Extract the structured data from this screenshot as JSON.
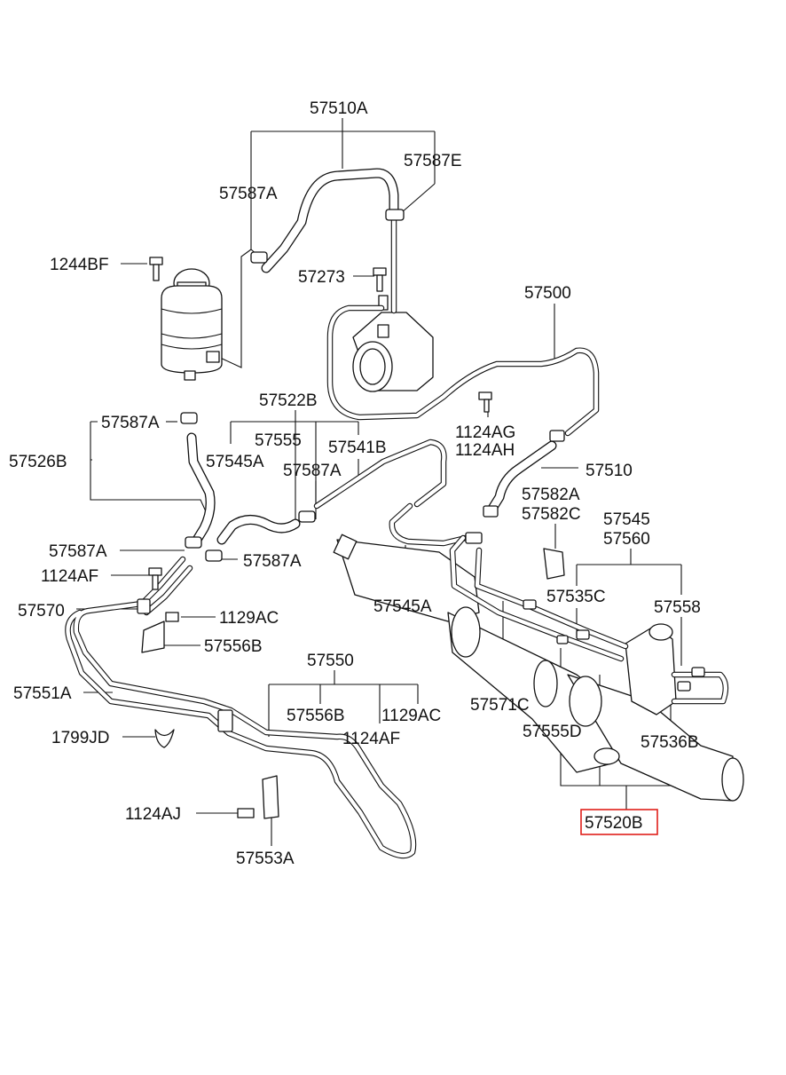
{
  "highlight_color": "#e0201a",
  "labels": {
    "p57510A": "57510A",
    "p57587E": "57587E",
    "p57587A_top": "57587A",
    "p1244BF": "1244BF",
    "p57273": "57273",
    "p57500": "57500",
    "p57522B": "57522B",
    "p57587A_left": "57587A",
    "p57526B": "57526B",
    "p57555": "57555",
    "p57541B": "57541B",
    "p57545A_top": "57545A",
    "p57587A_mid": "57587A",
    "p1124AG": "1124AG",
    "p1124AH": "1124AH",
    "p57510": "57510",
    "p57582A": "57582A",
    "p57582C": "57582C",
    "p57545": "57545",
    "p57560": "57560",
    "p57587A_l2": "57587A",
    "p57587A_r2": "57587A",
    "p1124AF_top": "1124AF",
    "p57570": "57570",
    "p1129AC_top": "1129AC",
    "p57545A_mid": "57545A",
    "p57535C": "57535C",
    "p57558": "57558",
    "p57556B_top": "57556B",
    "p57550": "57550",
    "p57551A": "57551A",
    "p57571C": "57571C",
    "p57556B_mid": "57556B",
    "p1129AC_mid": "1129AC",
    "p57555D": "57555D",
    "p1124AF_mid": "1124AF",
    "p57536B": "57536B",
    "p1799JD": "1799JD",
    "p1124AJ": "1124AJ",
    "p57520B": "57520B",
    "p57553A": "57553A"
  }
}
